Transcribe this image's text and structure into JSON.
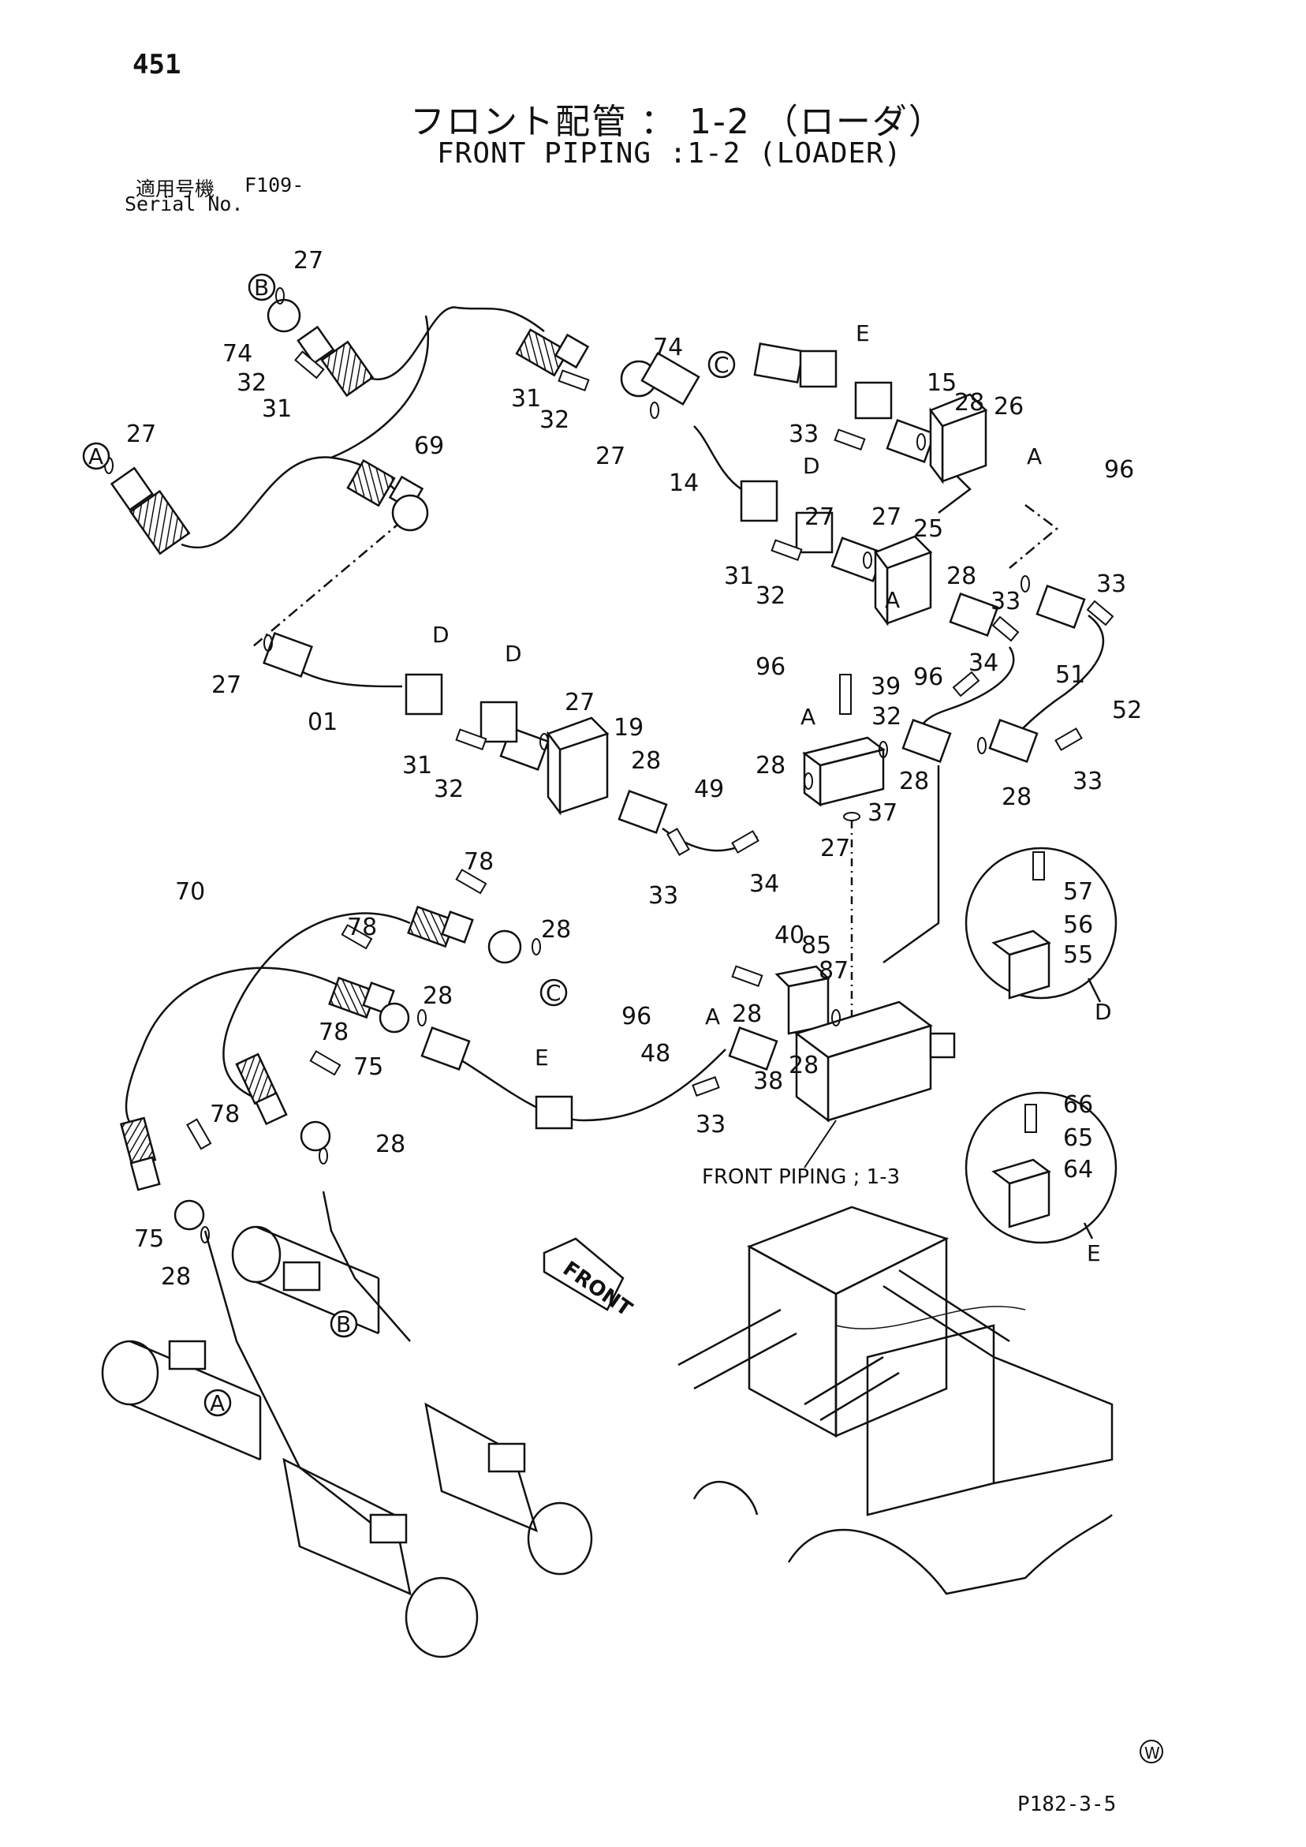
{
  "page_number": "451",
  "title_jp": "フロント配管 ： 1-2 （ローダ）",
  "title_en": "FRONT PIPING :1-2 (LOADER)",
  "serial_label_jp": "適用号機",
  "serial_value": "F109-",
  "serial_label_en": "Serial No.",
  "drawing_code": "P182-3-5",
  "front_marker": "FRONT",
  "connection_ref_text": "FRONT PIPING ; 1-3",
  "watermark": "W",
  "callouts": [
    "27",
    "74",
    "32",
    "31",
    "27",
    "69",
    "31",
    "32",
    "74",
    "27",
    "14",
    "15",
    "28",
    "26",
    "33",
    "96",
    "27",
    "25",
    "31",
    "32",
    "28",
    "33",
    "33",
    "34",
    "96",
    "51",
    "52",
    "27",
    "01",
    "31",
    "32",
    "27",
    "19",
    "28",
    "96",
    "39",
    "32",
    "28",
    "28",
    "33",
    "28",
    "49",
    "37",
    "27",
    "33",
    "34",
    "78",
    "28",
    "70",
    "78",
    "28",
    "75",
    "78",
    "78",
    "28",
    "75",
    "28",
    "40",
    "85",
    "87",
    "96",
    "28",
    "48",
    "38",
    "28",
    "33",
    "57",
    "56",
    "55",
    "66",
    "65",
    "64",
    "27"
  ],
  "letter_labels": [
    "B",
    "A",
    "C",
    "E",
    "A",
    "D",
    "A",
    "D",
    "D",
    "A",
    "A",
    "C",
    "E",
    "D",
    "E",
    "B",
    "A"
  ],
  "colors": {
    "line": "#111111",
    "background": "#ffffff",
    "hatch": "#111111"
  }
}
